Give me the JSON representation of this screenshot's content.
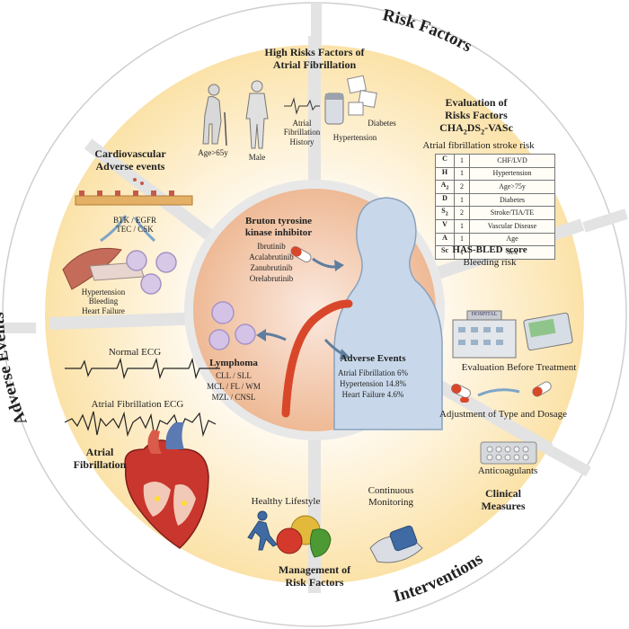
{
  "ring_titles": {
    "risk_factors": "Risk Factors",
    "adverse_events": "Adverse Events",
    "interventions": "Interventions"
  },
  "center": {
    "btk_title_1": "Bruton tyrosine",
    "btk_title_2": "kinase inhibitor",
    "drugs": [
      "Ibrutinib",
      "Acalabrutinib",
      "Zanubrutinib",
      "Orelabrutinib"
    ],
    "lymphoma_title": "Lymphoma",
    "lymphoma_types": [
      "CLL / SLL",
      "MCL / FL / WM",
      "MZL / CNSL"
    ],
    "ae_title": "Adverse Events",
    "ae_items": [
      "Atrial Fibrillation 6%",
      "Hypertension 14.8%",
      "Heart Failure 4.6%"
    ]
  },
  "high_risk": {
    "title_1": "High Risks Factors of",
    "title_2": "Atrial Fibrillation",
    "age": "Age>65y",
    "male": "Male",
    "af_history": [
      "Atrial",
      "Fibrillation",
      "History"
    ],
    "diabetes": "Diabetes",
    "hypertension": "Hypertension"
  },
  "evaluation": {
    "title_1": "Evaluation of",
    "title_2": "Risks Factors",
    "score_main": "CHA",
    "score_sub1": "2",
    "score_mid": "DS",
    "score_sub2": "2",
    "score_tail": "-VASc",
    "subtitle": "Atrial fibrillation stroke risk",
    "table": [
      {
        "k": "C",
        "ks": "",
        "n": "1",
        "d": "CHF/LVD"
      },
      {
        "k": "H",
        "ks": "",
        "n": "1",
        "d": "Hypertension"
      },
      {
        "k": "A",
        "ks": "2",
        "n": "2",
        "d": "Age>75y"
      },
      {
        "k": "D",
        "ks": "",
        "n": "1",
        "d": "Diabetes"
      },
      {
        "k": "S",
        "ks": "2",
        "n": "2",
        "d": "Stroke/TIA/TE"
      },
      {
        "k": "V",
        "ks": "",
        "n": "1",
        "d": "Vascular Disease"
      },
      {
        "k": "A",
        "ks": "",
        "n": "1",
        "d": "Age"
      },
      {
        "k": "Sc",
        "ks": "",
        "n": "1",
        "d": "Sex"
      }
    ],
    "hasbled_title": "HAS-BLED score",
    "hasbled_sub": "Bleeding risk"
  },
  "cardio": {
    "title_1": "Cardiovascular",
    "title_2": "Adverse events",
    "kinases_1": "BTK / EGFR",
    "kinases_2": "TEC / CSK",
    "outcomes": [
      "Hypertension",
      "Bleeding",
      "Heart Failure"
    ]
  },
  "af_panel": {
    "normal_ecg": "Normal ECG",
    "af_ecg": "Atrial Fibrillation ECG",
    "title_1": "Atrial",
    "title_2": "Fibrillation"
  },
  "management": {
    "healthy": "Healthy Lifestyle",
    "monitor_1": "Continuous",
    "monitor_2": "Monitoring",
    "title_1": "Management of",
    "title_2": "Risk Factors"
  },
  "clinical": {
    "evaluation": "Evaluation Before Treatment",
    "adjustment": "Adjustment of Type and Dosage",
    "anticoag": "Anticoagulants",
    "title_1": "Clinical",
    "title_2": "Measures",
    "hospital_sign": "HOSPITAL"
  },
  "colors": {
    "outer_ring": "#ffffff",
    "segment_fill": "#fbe6b0",
    "segment_light": "#fdf3d6",
    "center_fill": "#f2c2a2",
    "divider": "#e6e6e6",
    "body_blue": "#c5d6e8",
    "artery_red": "#d94a2c"
  }
}
